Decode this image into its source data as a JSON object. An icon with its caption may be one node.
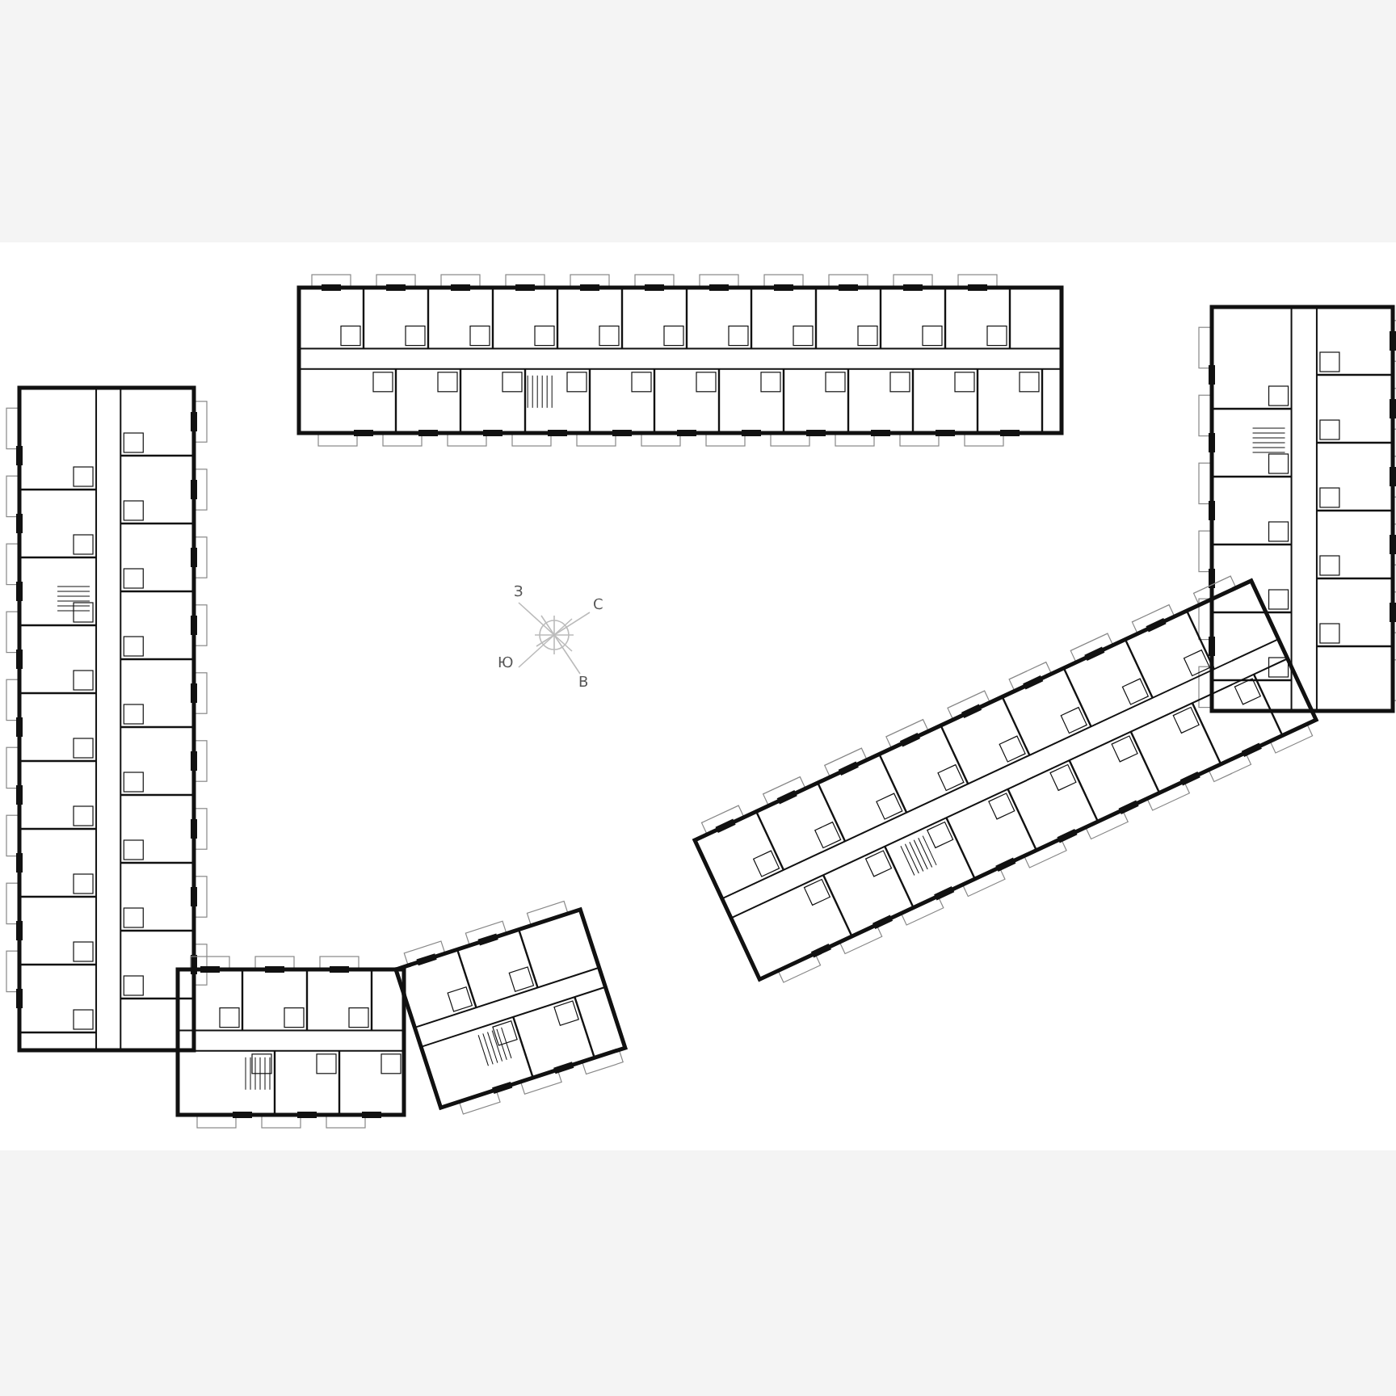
{
  "diagram": {
    "labels": [
      "З",
      "С",
      "Ю",
      "В"
    ]
  }
}
